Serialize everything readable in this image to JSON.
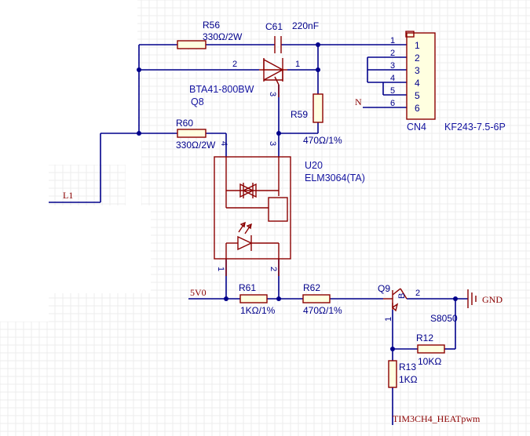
{
  "components": {
    "r56": {
      "ref": "R56",
      "value": "330Ω/2W"
    },
    "c61": {
      "ref": "C61",
      "value": "220nF"
    },
    "q8": {
      "part": "BTA41-800BW",
      "ref": "Q8",
      "pin1": "1",
      "pin2": "2",
      "pin3": "3"
    },
    "r59": {
      "ref": "R59",
      "value": "470Ω/1%"
    },
    "r60": {
      "ref": "R60",
      "value": "330Ω/2W",
      "pin": "4"
    },
    "u20": {
      "ref": "U20",
      "part": "ELM3064(TA)",
      "pin1": "1",
      "pin2": "2",
      "pin3": "3"
    },
    "r61": {
      "ref": "R61",
      "value": "1KΩ/1%"
    },
    "r62": {
      "ref": "R62",
      "value": "470Ω/1%"
    },
    "q9": {
      "ref": "Q9",
      "part": "S8050",
      "pin_b": "B",
      "pin1": "1",
      "pin2": "2"
    },
    "r12": {
      "ref": "R12",
      "value": "10KΩ"
    },
    "r13": {
      "ref": "R13",
      "value": "1KΩ"
    },
    "cn4": {
      "ref": "CN4",
      "part": "KF243-7.5-6P",
      "pins": [
        "1",
        "2",
        "3",
        "4",
        "5",
        "6"
      ],
      "wire_pins": [
        "1",
        "2",
        "3",
        "4",
        "5",
        "6"
      ]
    }
  },
  "nets": {
    "l1": "L1",
    "n": "N",
    "v5": "5V0",
    "gnd": "GND",
    "pwm": "TIM3CH4_HEATpwm"
  },
  "colors": {
    "wire": "#00008b",
    "component": "#8b0000",
    "body_fill": "#ffffe0"
  }
}
